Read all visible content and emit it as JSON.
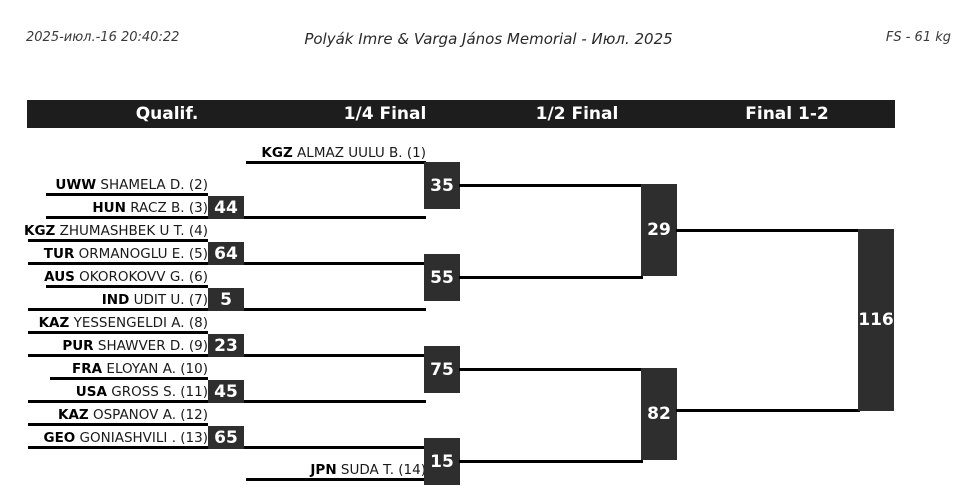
{
  "header": {
    "timestamp": "2025-июл.-16 20:40:22",
    "title": "Polyák Imre & Varga János Memorial - Июл. 2025",
    "weight_class": "FS - 61 kg"
  },
  "rounds": [
    {
      "label": "Qualif."
    },
    {
      "label": "1/4 Final"
    },
    {
      "label": "1/2 Final"
    },
    {
      "label": "Final 1-2"
    }
  ],
  "colors": {
    "bar_background": "#1d1d1d",
    "box_fill": "#2e2e2e",
    "line": "#000000",
    "text_on_dark": "#ffffff",
    "text": "#1a1a1a",
    "page_background": "#ffffff"
  },
  "entries": [
    {
      "seed": "(1)",
      "country": "KGZ",
      "name": "ALMAZ UULU B."
    },
    {
      "seed": "(2)",
      "country": "UWW",
      "name": "SHAMELA D."
    },
    {
      "seed": "(3)",
      "country": "HUN",
      "name": "RACZ B."
    },
    {
      "seed": "(4)",
      "country": "KGZ",
      "name": "ZHUMASHBEK U T."
    },
    {
      "seed": "(5)",
      "country": "TUR",
      "name": "ORMANOGLU E."
    },
    {
      "seed": "(6)",
      "country": "AUS",
      "name": "OKOROKOVV G."
    },
    {
      "seed": "(7)",
      "country": "IND",
      "name": "UDIT U."
    },
    {
      "seed": "(8)",
      "country": "KAZ",
      "name": "YESSENGELDI A."
    },
    {
      "seed": "(9)",
      "country": "PUR",
      "name": "SHAWVER D."
    },
    {
      "seed": "(10)",
      "country": "FRA",
      "name": "ELOYAN A."
    },
    {
      "seed": "(11)",
      "country": "USA",
      "name": "GROSS S."
    },
    {
      "seed": "(12)",
      "country": "KAZ",
      "name": "OSPANOV A."
    },
    {
      "seed": "(13)",
      "country": "GEO",
      "name": "GONIASHVILI ."
    },
    {
      "seed": "(14)",
      "country": "JPN",
      "name": "SUDA T."
    }
  ],
  "scores": {
    "qualif": [
      "44",
      "64",
      "5",
      "23",
      "45",
      "65"
    ],
    "quarter": [
      "35",
      "55",
      "75",
      "15"
    ],
    "semi": [
      "29",
      "82"
    ],
    "final": [
      "116"
    ]
  }
}
